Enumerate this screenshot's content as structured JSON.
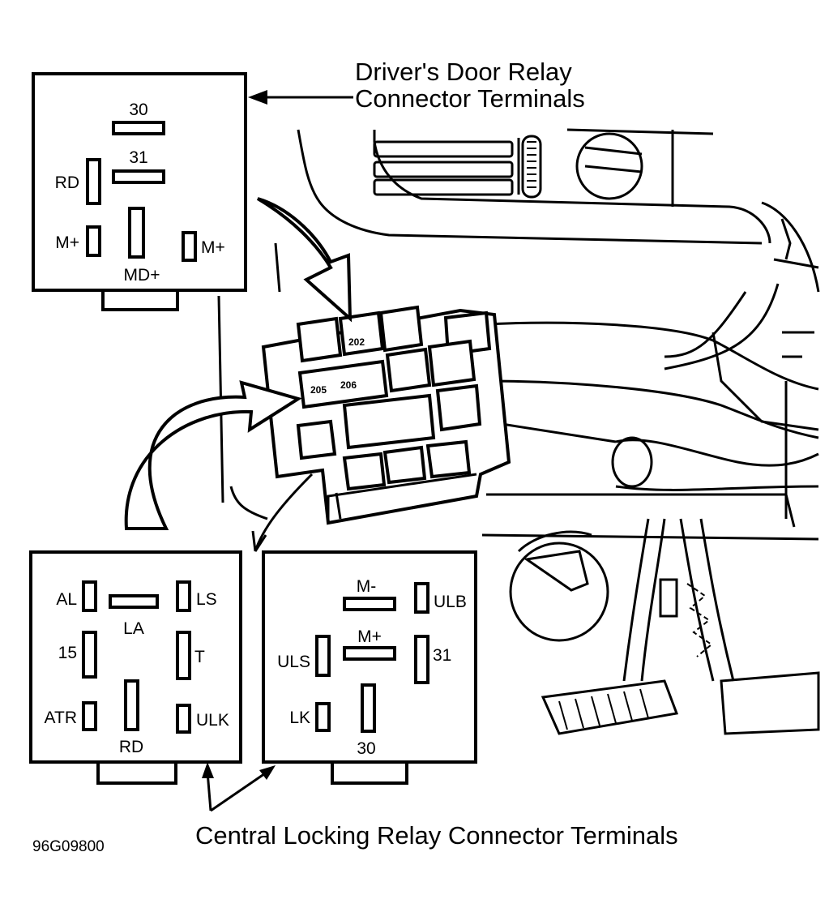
{
  "captions": {
    "door_relay_line1": "Driver's Door Relay",
    "door_relay_line2": "Connector Terminals",
    "central_locking": "Central Locking Relay Connector Terminals",
    "figure_code": "96G09800"
  },
  "relays": {
    "r202": "202",
    "r205": "205",
    "r206": "206"
  },
  "door_relay": {
    "t30": "30",
    "t31": "31",
    "rd": "RD",
    "m_left": "M+",
    "m_right": "M+",
    "md": "MD+"
  },
  "cl_a": {
    "al": "AL",
    "la": "LA",
    "ls": "LS",
    "t15": "15",
    "t": "T",
    "atr": "ATR",
    "rd": "RD",
    "ulk": "ULK"
  },
  "cl_b": {
    "m_minus": "M-",
    "ulb": "ULB",
    "m_plus": "M+",
    "uls": "ULS",
    "t31": "31",
    "lk": "LK",
    "t30": "30"
  }
}
